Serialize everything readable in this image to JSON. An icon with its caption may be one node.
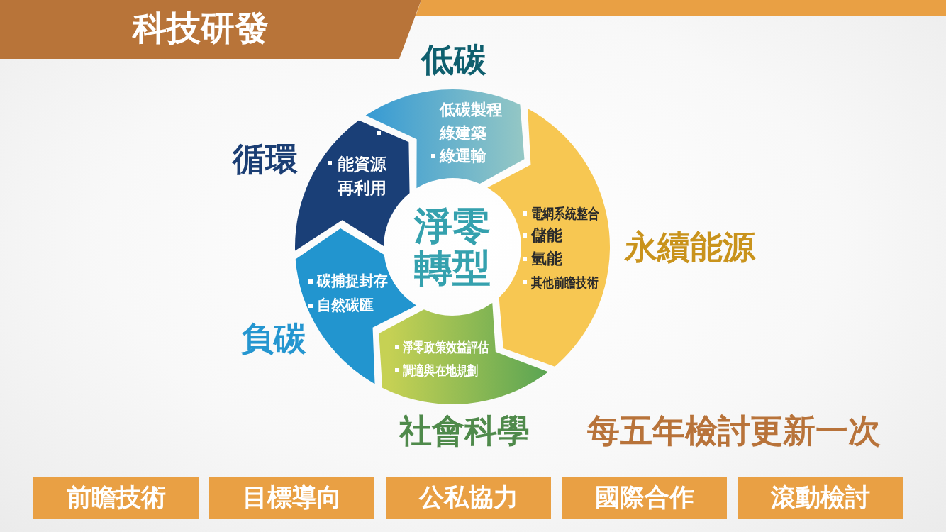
{
  "diagram": {
    "title": "科技研發",
    "nodes": [
      {
        "text": [
          "淨零轉型"
        ]
      },
      {
        "text": [
          "低碳",
          "低碳製程",
          "綠建築",
          "綠運輸"
        ]
      },
      {
        "text": [
          "永續能源",
          "電網系統整合",
          "儲能",
          "氫能",
          "其他前瞻技術"
        ]
      },
      {
        "text": [
          "淨零政策效益評估",
          "調適與在地規劃",
          "社會科學"
        ]
      },
      {
        "text": [
          "負碳",
          "碳捕捉封存",
          "自然碳匯"
        ]
      },
      {
        "text": [
          "循環",
          "能資源再利用"
        ]
      },
      {
        "text": [
          "前瞻技術"
        ]
      },
      {
        "text": [
          "目標導向"
        ]
      },
      {
        "text": [
          "公私協力"
        ]
      },
      {
        "text": [
          "國際合作"
        ]
      },
      {
        "text": [
          "滾動檢討"
        ]
      }
    ],
    "labels": [
      "每五年檢討更新一次"
    ]
  }
}
